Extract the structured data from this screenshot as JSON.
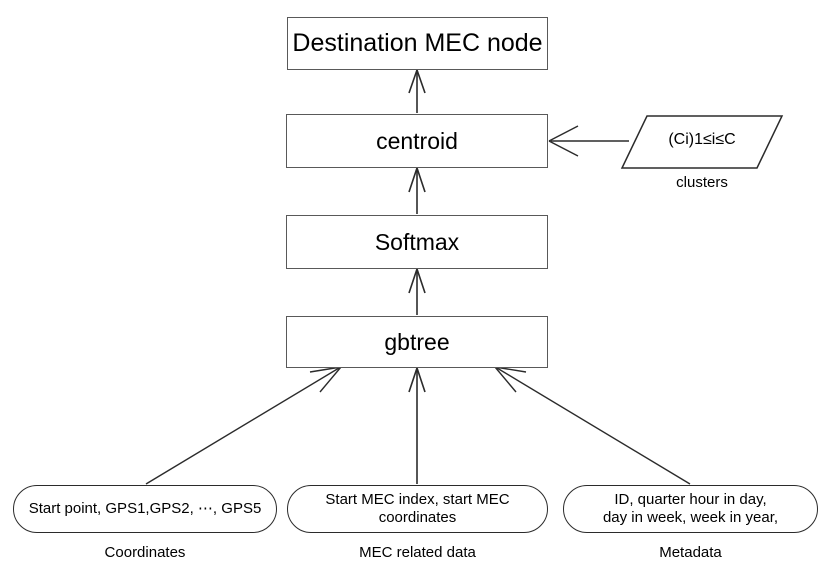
{
  "diagram": {
    "title_present": false,
    "background_color": "#ffffff",
    "stroke_color": "#2b2b2b",
    "box_stroke_color": "#595959",
    "nodes": {
      "destination": {
        "label": "Destination MEC node",
        "shape": "rect",
        "font_size": 25
      },
      "centroid": {
        "label": "centroid",
        "shape": "rect",
        "font_size": 23
      },
      "softmax": {
        "label": "Softmax",
        "shape": "rect",
        "font_size": 23
      },
      "gbtree": {
        "label": "gbtree",
        "shape": "rect",
        "font_size": 23
      },
      "clusters_param": {
        "label": "(Ci)1≤i≤C",
        "shape": "parallelogram",
        "font_size": 16
      }
    },
    "inputs": [
      {
        "id": "coordinates",
        "text": "Start point, GPS1,GPS2, ⋯, GPS5",
        "caption": "Coordinates",
        "shape": "rounded-rect",
        "font_size": 15
      },
      {
        "id": "mec-related-data",
        "text": "Start MEC index, start MEC\ncoordinates",
        "caption": "MEC related data",
        "shape": "rounded-rect",
        "font_size": 15
      },
      {
        "id": "metadata",
        "text": "ID, quarter hour in day,\nday in week, week in year,",
        "caption": "Metadata",
        "shape": "rounded-rect",
        "font_size": 15
      }
    ],
    "captions": {
      "clusters": "clusters"
    },
    "edges": [
      {
        "from": "centroid",
        "to": "destination",
        "style": "arrow-up"
      },
      {
        "from": "softmax",
        "to": "centroid",
        "style": "arrow-up"
      },
      {
        "from": "gbtree",
        "to": "softmax",
        "style": "arrow-up"
      },
      {
        "from": "clusters_param",
        "to": "centroid",
        "style": "arrow-left"
      },
      {
        "from": "coordinates",
        "to": "gbtree",
        "style": "arrow-diagonal"
      },
      {
        "from": "mec-related-data",
        "to": "gbtree",
        "style": "arrow-up"
      },
      {
        "from": "metadata",
        "to": "gbtree",
        "style": "arrow-diagonal"
      }
    ]
  }
}
